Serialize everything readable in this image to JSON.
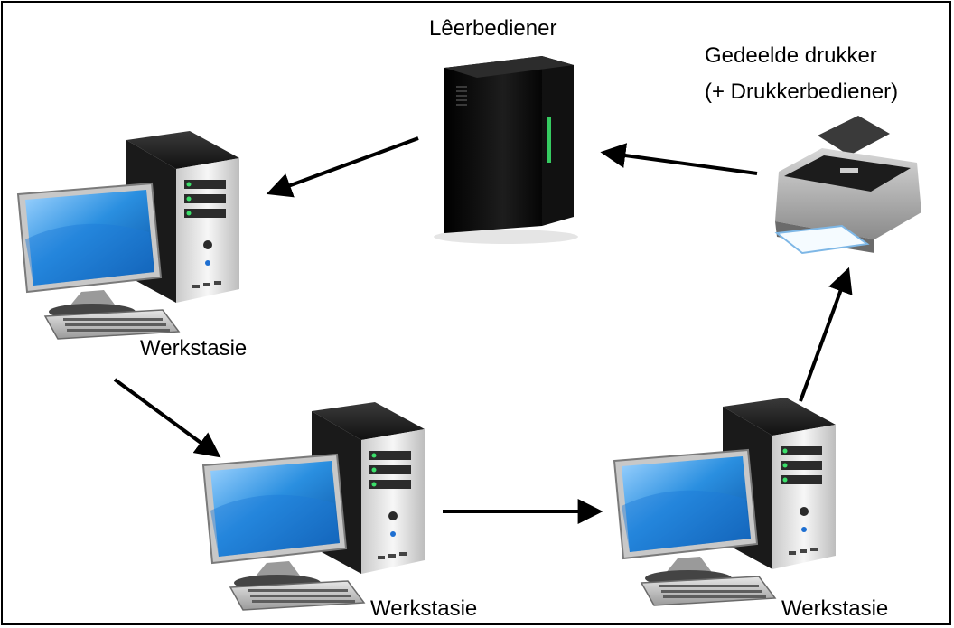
{
  "diagram": {
    "labels": {
      "file_server": "Lêerbediener",
      "shared_printer_line1": "Gedeelde drukker",
      "shared_printer_line2": "(+ Drukkerbediener)",
      "workstation_left": "Werkstasie",
      "workstation_bottom_middle": "Werkstasie",
      "workstation_bottom_right": "Werkstasie"
    },
    "nodes": [
      {
        "id": "file-server",
        "kind": "server",
        "label_key": "file_server"
      },
      {
        "id": "shared-printer",
        "kind": "printer",
        "label_key": "shared_printer_line1"
      },
      {
        "id": "workstation-left",
        "kind": "workstation",
        "label_key": "workstation_left"
      },
      {
        "id": "workstation-bottom-middle",
        "kind": "workstation",
        "label_key": "workstation_bottom_middle"
      },
      {
        "id": "workstation-bottom-right",
        "kind": "workstation",
        "label_key": "workstation_bottom_right"
      }
    ],
    "edges": [
      {
        "from": "shared-printer",
        "to": "file-server"
      },
      {
        "from": "file-server",
        "to": "workstation-left"
      },
      {
        "from": "workstation-left",
        "to": "workstation-bottom-middle"
      },
      {
        "from": "workstation-bottom-middle",
        "to": "workstation-bottom-right"
      },
      {
        "from": "workstation-bottom-right",
        "to": "shared-printer"
      }
    ],
    "colors": {
      "arrow": "#000000",
      "screen": "#2a8fe0",
      "server_body": "#0d0d0d",
      "server_led": "#3be06a",
      "tower": "#e9e9e9"
    }
  }
}
